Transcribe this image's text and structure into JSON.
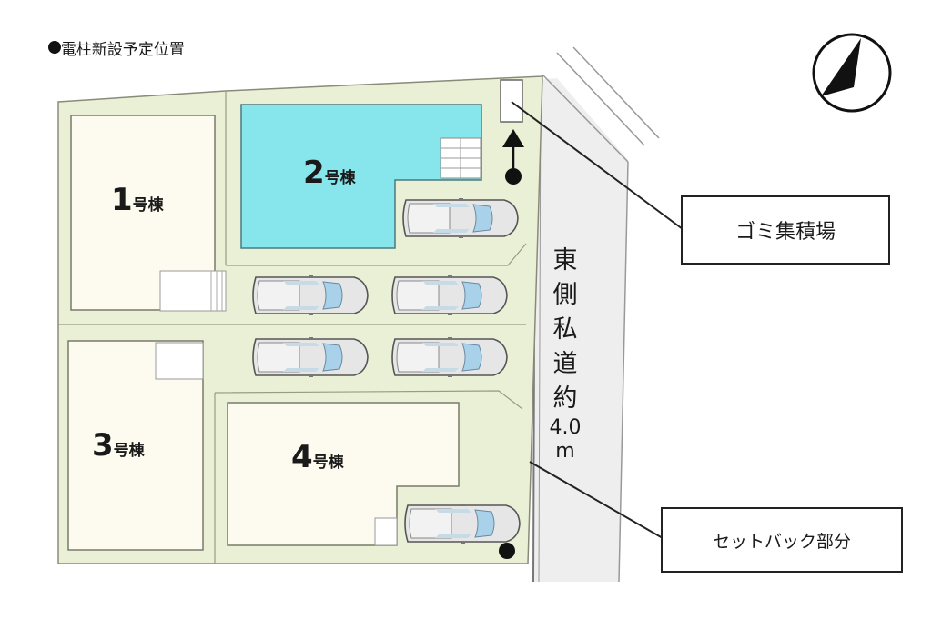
{
  "legend": {
    "marker": "●",
    "text": "電柱新設予定位置"
  },
  "buildings": [
    {
      "num": "1",
      "suffix": "号棟"
    },
    {
      "num": "2",
      "suffix": "号棟"
    },
    {
      "num": "3",
      "suffix": "号棟"
    },
    {
      "num": "4",
      "suffix": "号棟"
    }
  ],
  "road": {
    "chars": [
      "東",
      "側",
      "私",
      "道",
      "約"
    ],
    "width_value": "4.0",
    "width_unit": "m"
  },
  "callouts": {
    "garbage": "ゴミ集積場",
    "setback": "セットバック部分"
  },
  "colors": {
    "lot_fill": "#eaf0d6",
    "building_fill": "#fdfbef",
    "highlight_building": "#86e6ec",
    "road_fill": "#eeeeee",
    "outline": "#7a7a6a",
    "car_body": "#e6e6e6",
    "car_glass": "#a9d2ea"
  },
  "icons": {
    "north_arrow": "north-arrow-icon",
    "pole": "pole-dot-icon",
    "car": "car-icon",
    "stairs": "stairs-icon"
  }
}
